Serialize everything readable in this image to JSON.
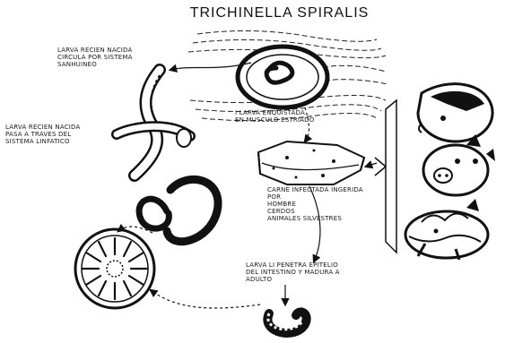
{
  "title": "TRICHINELLA SPIRALIS",
  "labels": {
    "blood_stage": "LARVA RECIEN NACIDA\nCIRCULA POR SISTEMA\nSANHUINEO",
    "lymph_stage": "LARVA RECIEN NACIDA\nPASA A TRAVES DEL\nSISTEMA LINFATICO",
    "encysted_stage": "I LARVA ENQUISTADA\nEN MUSCULO ESTRIADO",
    "ingestion_stage": "CARNE INFECTADA INGERIDA\nPOR\nHOMBRE\nCERDOS\nANIMALES SILVESTRES",
    "intestine_stage": "LARVA LI PENETRA EPITELIO\nDEL INTESTINO Y MADURA A\nADULTO"
  },
  "colors": {
    "ink": "#111111",
    "paper": "#ffffff"
  }
}
